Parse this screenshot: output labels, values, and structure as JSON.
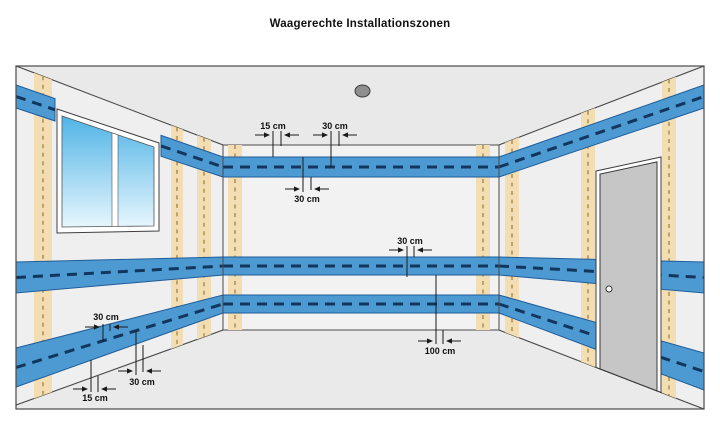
{
  "title": "Waagerechte Installationszonen",
  "dimensions": {
    "ceiling_edge_offset": "15 cm",
    "ceiling_center": "30 cm",
    "ceiling_zone_width": "30 cm",
    "middle_zone_width": "30 cm",
    "middle_zone_height": "100 cm",
    "floor_center": "30 cm",
    "floor_zone_width": "30 cm",
    "floor_edge_offset": "15 cm"
  },
  "colors": {
    "zone_fill": "#4d9ad2",
    "zone_edge": "#1f5c99",
    "zone_dash": "#12365e",
    "strip_fill": "#f3ddb2",
    "strip_dash": "#b08d52",
    "ceiling": "#e9e9e9",
    "wall": "#efefef",
    "back_wall": "#f2f2f2",
    "floor": "#eaeaea",
    "outline": "#4a4a4a",
    "door_fill": "#c6c6c6",
    "door_frame": "#ffffff",
    "glass_top": "#50b3e6",
    "glass_bottom": "#e6f6fd",
    "lamp": "#8f8f8f"
  }
}
